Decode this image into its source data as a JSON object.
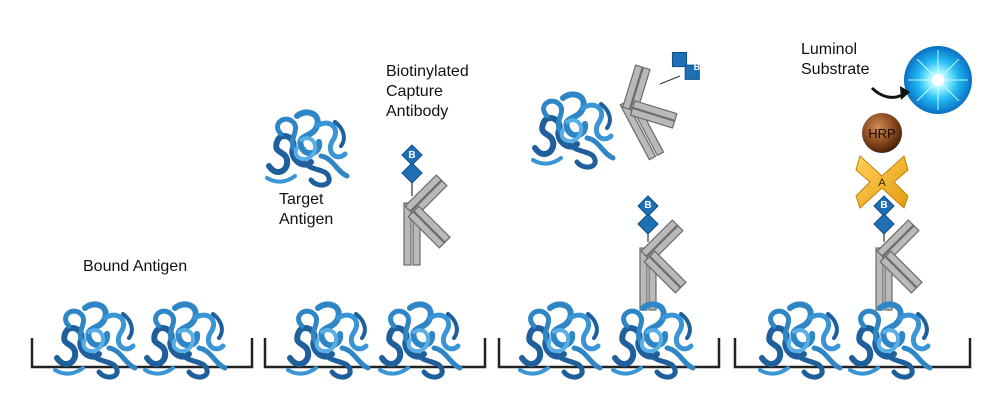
{
  "labels": {
    "bound_antigen": "Bound Antigen",
    "target_antigen": [
      "Target",
      "Antigen"
    ],
    "capture_antibody": [
      "Biotinylated",
      "Capture",
      "Antibody"
    ],
    "luminol_substrate": [
      "Luminol",
      "Substrate"
    ]
  },
  "glyphs": {
    "biotin": "B",
    "avidin": "A",
    "hrp": "HRP"
  },
  "colors": {
    "antigen": "#2f86c6",
    "antigen_dark": "#1e5f9c",
    "antibody": "#b3b3b3",
    "antibody_edge": "#666666",
    "biotin": "#1f6fb5",
    "avidin": "#f2ac1f",
    "hrp": "#8a4a20",
    "glow": "#2fd6ff",
    "well": "#222222"
  },
  "panels": [
    {
      "name": "panel-1",
      "antigens_in_well": 2
    },
    {
      "name": "panel-2",
      "antigens_in_well": 2
    },
    {
      "name": "panel-3",
      "antigens_in_well": 2
    },
    {
      "name": "panel-4",
      "antigens_in_well": 2
    }
  ]
}
